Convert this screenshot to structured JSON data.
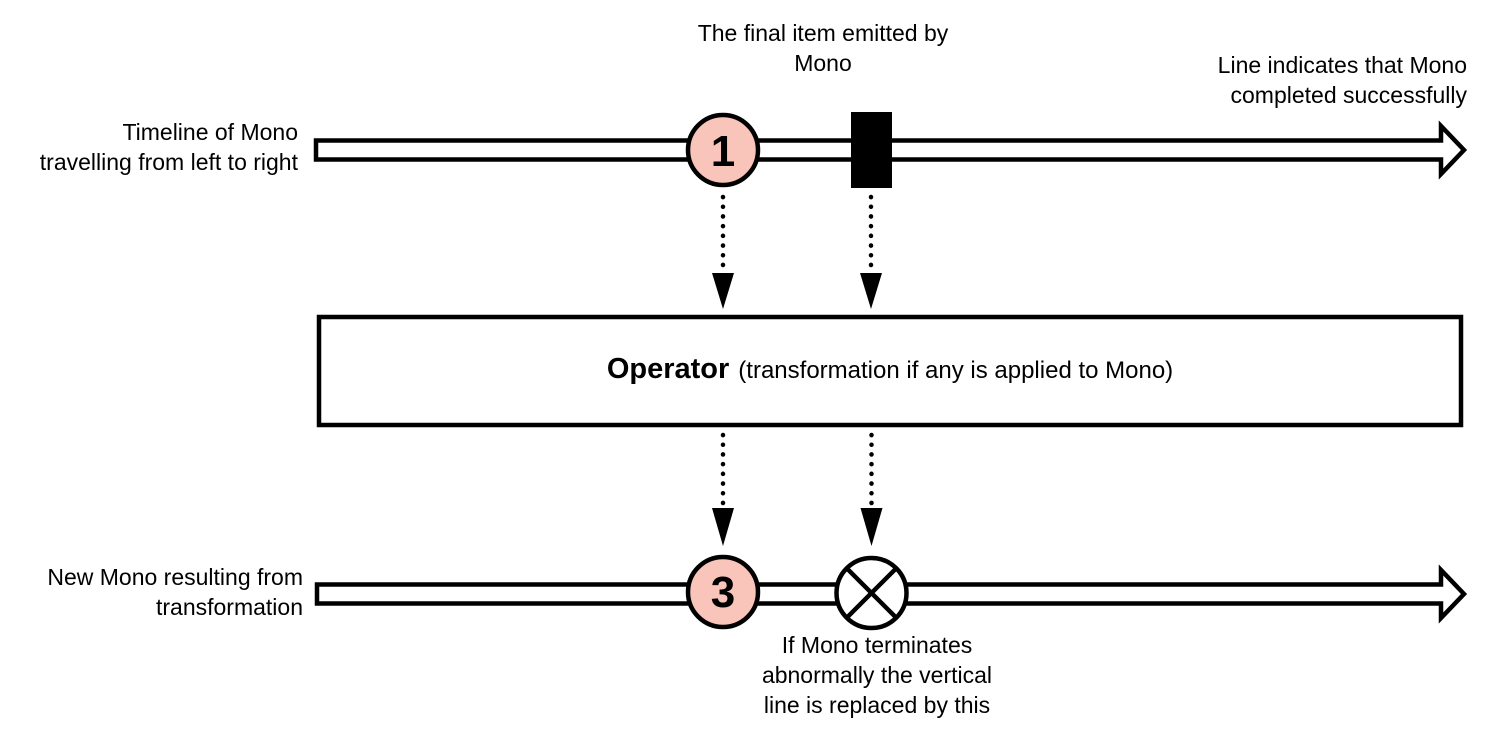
{
  "colors": {
    "background": "#ffffff",
    "stroke": "#000000",
    "marble_fill": "#f9c4b9"
  },
  "timelines": {
    "source": {
      "label_lines": [
        "Timeline of Mono",
        "travelling from left to right"
      ],
      "marble_value": "1"
    },
    "result": {
      "label_lines": [
        "New Mono resulting from",
        "transformation"
      ],
      "marble_value": "3"
    }
  },
  "operator": {
    "title": "Operator",
    "subtitle": "(transformation if any is applied to Mono)"
  },
  "annotations": {
    "final_item": [
      "The final item emitted by",
      "Mono"
    ],
    "completed": [
      "Line indicates that Mono",
      "completed successfully"
    ],
    "error": [
      "If Mono terminates",
      "abnormally the vertical",
      "line is replaced by this"
    ]
  }
}
